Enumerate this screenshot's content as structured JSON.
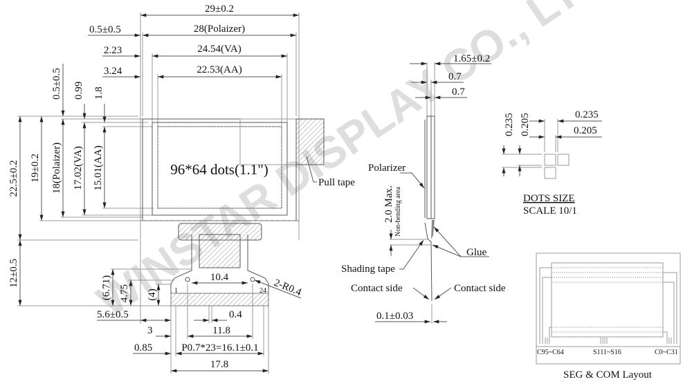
{
  "watermark": "WINSTAR DISPLAY CO., LTD.",
  "front_view": {
    "width_overall": "29±0.2",
    "width_polarizer": "28(Polaizer)",
    "width_va": "24.54(VA)",
    "width_aa": "22.53(AA)",
    "offset_polarizer_x": "0.5±0.5",
    "offset_va_x": "2.23",
    "offset_aa_x": "3.24",
    "offset_polarizer_y": "0.5±0.5",
    "offset_va_y": "0.99",
    "offset_aa_y": "1.8",
    "height_overall": "22.5±0.2",
    "height_glass": "19±0.2",
    "height_polarizer": "18(Polaizer)",
    "height_va": "17.02(VA)",
    "height_aa": "15.01(AA)",
    "resolution_label": "96*64 dots(1.1\")",
    "pull_tape_label": "Pull tape"
  },
  "fpc": {
    "tail_length": "12±0.5",
    "dim_671": "(6.71)",
    "dim_475": "4.75",
    "dim_4": "(4)",
    "width_neck": "10.4",
    "radius": "2-R0.4",
    "pin_first": "1",
    "pin_last": "24",
    "offset_56": "5.6±0.5",
    "pin_width": "0.4",
    "offset_3": "3",
    "hole_span": "11.8",
    "offset_085": "0.85",
    "pitch": "P0.7*23=16.1±0.1",
    "connector_width": "17.8"
  },
  "side_view": {
    "thickness": "1.65±0.2",
    "layer1": "0.7",
    "layer2": "0.7",
    "polarizer_label": "Polarizer",
    "bend_max": "2.0 Max.",
    "bend_note": "Non-bending area",
    "glue_label": "Glue",
    "shading_tape_label": "Shading tape",
    "contact_left": "Contact side",
    "contact_right": "Contact side",
    "fpc_thickness": "0.1±0.03"
  },
  "dots": {
    "pitch_v": "0.235",
    "size_v": "0.205",
    "pitch_h": "0.235",
    "size_h": "0.205",
    "title": "DOTS SIZE",
    "scale": "SCALE  10/1"
  },
  "layout": {
    "com_left": "C95~C64",
    "seg": "S111~S16",
    "com_right": "C0~C31",
    "title": "SEG & COM Layout"
  }
}
